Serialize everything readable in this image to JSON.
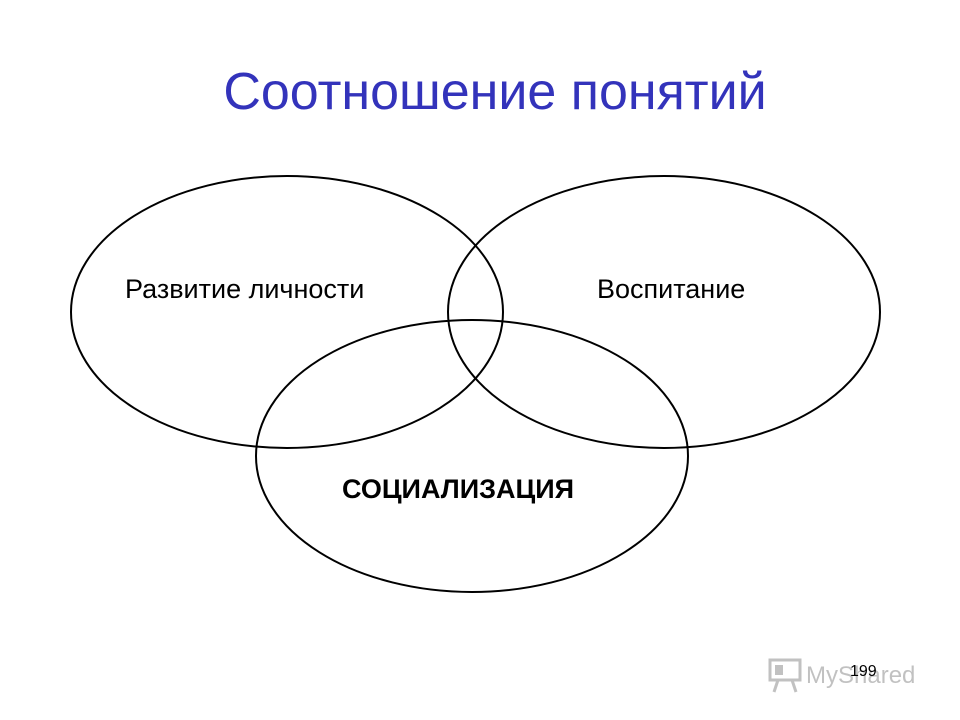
{
  "slide": {
    "title": "Соотношение понятий",
    "page_number": "199"
  },
  "diagram": {
    "type": "venn",
    "sets": [
      {
        "label": "Развитие личности"
      },
      {
        "label": "Воспитание"
      },
      {
        "label": "СОЦИАЛИЗАЦИЯ"
      }
    ]
  },
  "watermark": {
    "text": "MyShared",
    "icon": "presentation-board-icon"
  },
  "colors": {
    "title": "#3333bb",
    "outline": "#000000",
    "background": "#ffffff"
  }
}
